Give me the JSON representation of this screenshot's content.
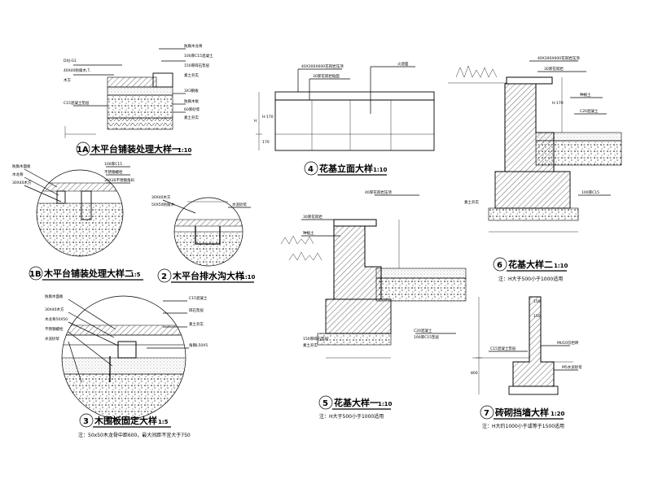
{
  "details": [
    {
      "id": "d1A",
      "num": "1A",
      "title": "木平台铺装处理大样一",
      "scale": "1:10",
      "labels": [
        "DXJ-G1",
        "40X40防腐木,T,",
        "木方",
        "C15混凝土垫层",
        "防腐木龙骨",
        "100厚C15混凝土",
        "150厚碎石垫层",
        "素土夯实",
        "3X3钢板",
        "防腐木板",
        "60厚砂浆",
        "素土夯实"
      ]
    },
    {
      "id": "d1B",
      "num": "1B",
      "title": "木平台铺装处理大样二",
      "scale": "1:5",
      "labels": [
        "防腐木面板",
        "木龙骨",
        "30X40木方",
        "100厚C15",
        "不锈钢螺栓",
        "30X30不锈钢角码"
      ]
    },
    {
      "id": "d2",
      "num": "2",
      "title": "木平台排水沟大样",
      "scale": "1:10",
      "labels": [
        "30X40木方",
        "50X50防腐木",
        "水泥砂浆"
      ]
    },
    {
      "id": "d3",
      "num": "3",
      "title": "木围板固定大样",
      "scale": "1:5",
      "note": "注：50x50木龙骨中距600，最大间距不宜大于750",
      "labels": [
        "防腐木面板",
        "30X40木方",
        "木龙骨50X50",
        "不锈钢螺栓",
        "水泥砂浆",
        "C15混凝土",
        "碎石垫层",
        "素土夯实",
        "角钢L50X5"
      ]
    },
    {
      "id": "d4",
      "num": "4",
      "title": "花基立面大样",
      "scale": "1:10",
      "labels": [
        "40X300X600花岗岩压顶",
        "30厚花岗岩贴面",
        "火烧面",
        "H",
        "H-170",
        "170"
      ]
    },
    {
      "id": "d5",
      "num": "5",
      "title": "花基大样一",
      "scale": "1:10",
      "note": "注：H大于500小于1000适用",
      "labels": [
        "40厚花岗岩压顶",
        "30厚花岗岩",
        "种植土",
        "C20混凝土",
        "100厚C15垫层",
        "150厚碎石垫层",
        "素土夯实"
      ]
    },
    {
      "id": "d6",
      "num": "6",
      "title": "花基大样二",
      "scale": "1:10",
      "note": "注：H大于500小于1000适用",
      "labels": [
        "40X300X600花岗岩压顶",
        "30厚花岗岩",
        "H-170",
        "种植土",
        "C20混凝土",
        "100厚C15",
        "素土夯实"
      ]
    },
    {
      "id": "d7",
      "num": "7",
      "title": "砖砌挡墙大样",
      "scale": "1:20",
      "note": "注：H大约1000小于或等于1500适用",
      "labels": [
        "150",
        "150",
        "800",
        "MU10页岩砖",
        "M5水泥砂浆",
        "C15混凝土垫层"
      ]
    }
  ]
}
